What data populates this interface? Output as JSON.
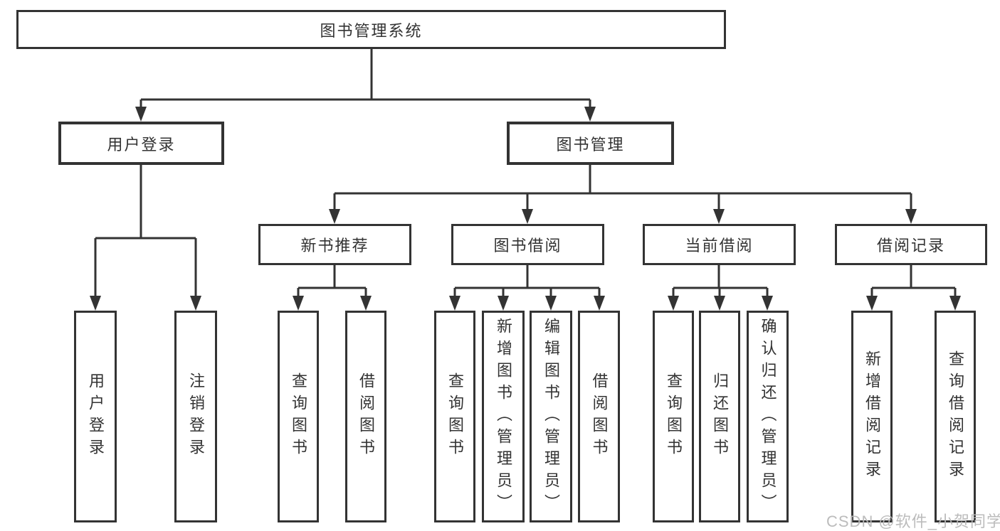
{
  "tree": {
    "label": "图书管理系统",
    "children": [
      {
        "label": "用户登录",
        "children": [
          {
            "label": "用户登录"
          },
          {
            "label": "注销登录"
          }
        ]
      },
      {
        "label": "图书管理",
        "children": [
          {
            "label": "新书推荐",
            "children": [
              {
                "label": "查询图书"
              },
              {
                "label": "借阅图书"
              }
            ]
          },
          {
            "label": "图书借阅",
            "children": [
              {
                "label": "查询图书"
              },
              {
                "label": "新增图书（管理员）"
              },
              {
                "label": "编辑图书（管理员）"
              },
              {
                "label": "借阅图书"
              }
            ]
          },
          {
            "label": "当前借阅",
            "children": [
              {
                "label": "查询图书"
              },
              {
                "label": "归还图书"
              },
              {
                "label": "确认归还（管理员）"
              }
            ]
          },
          {
            "label": "借阅记录",
            "children": [
              {
                "label": "新增借阅记录"
              },
              {
                "label": "查询借阅记录"
              }
            ]
          }
        ]
      }
    ]
  },
  "watermark": {
    "text": "CSDN @软件_小贺同学"
  },
  "colors": {
    "line": "#333333",
    "text": "#333333",
    "background": "#ffffff",
    "watermark": "#b8b8b8"
  }
}
